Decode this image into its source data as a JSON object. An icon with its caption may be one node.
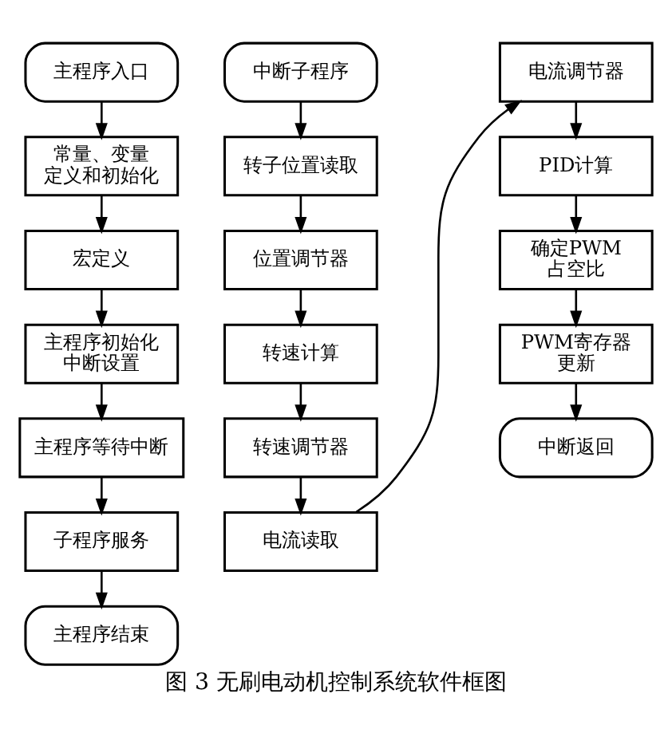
{
  "diagram": {
    "caption": "图 3 无刷电动机控制系统软件框图",
    "nodes": [
      {
        "text": [
          "主程序入口"
        ]
      },
      {
        "text": [
          "常量、变量定义和初始化"
        ]
      },
      {
        "text": [
          "宏定义"
        ]
      },
      {
        "text": [
          "主程序初始化中断设置"
        ]
      },
      {
        "text": [
          "主程序等待中断"
        ]
      },
      {
        "text": [
          "子程序服务"
        ]
      },
      {
        "text": [
          "主程序结束"
        ]
      },
      {
        "text": [
          "中断子程序"
        ]
      },
      {
        "text": [
          "转子位置读取"
        ]
      },
      {
        "text": [
          "位置调节器"
        ]
      },
      {
        "text": [
          "转速计算"
        ]
      },
      {
        "text": [
          "转速调节器"
        ]
      },
      {
        "text": [
          "电流读取"
        ]
      },
      {
        "text": [
          "电流调节器"
        ]
      },
      {
        "text": [
          "PID计算"
        ]
      },
      {
        "text": [
          "确定PWM占空比"
        ]
      },
      {
        "text": [
          "PWM寄存器更新"
        ]
      },
      {
        "text": [
          "中断返回"
        ]
      }
    ],
    "edges": [
      {
        "from": 0,
        "to": 1,
        "arrow": "to"
      },
      {
        "from": 1,
        "to": 2,
        "arrow": "to"
      },
      {
        "from": 2,
        "to": 3,
        "arrow": "to"
      },
      {
        "from": 3,
        "to": 4,
        "arrow": "to"
      },
      {
        "from": 4,
        "to": 5,
        "arrow": "to"
      },
      {
        "from": 5,
        "to": 6,
        "arrow": "to"
      },
      {
        "from": 7,
        "to": 8,
        "arrow": "to"
      },
      {
        "from": 8,
        "to": 9,
        "arrow": "to"
      },
      {
        "from": 9,
        "to": 10,
        "arrow": "to"
      },
      {
        "from": 10,
        "to": 11,
        "arrow": "to"
      },
      {
        "from": 11,
        "to": 12,
        "arrow": "to"
      },
      {
        "from": 12,
        "to": 13,
        "arrow": "to"
      },
      {
        "from": 13,
        "to": 14,
        "arrow": "to"
      },
      {
        "from": 14,
        "to": 15,
        "arrow": "to"
      },
      {
        "from": 15,
        "to": 16,
        "arrow": "to"
      },
      {
        "from": 16,
        "to": 17,
        "arrow": "to"
      }
    ]
  }
}
